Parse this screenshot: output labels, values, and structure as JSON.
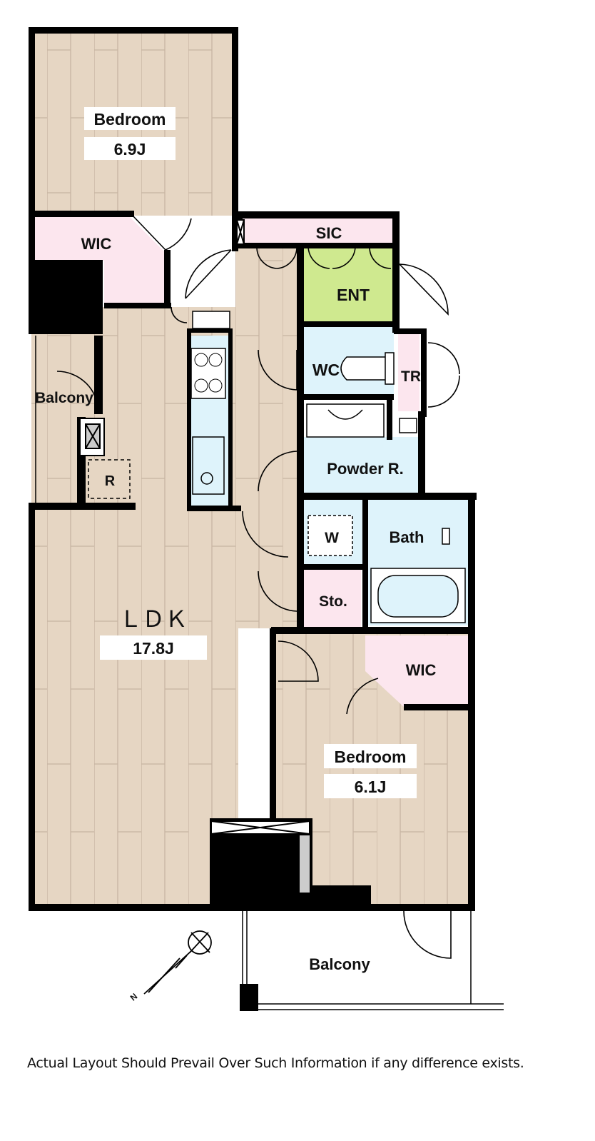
{
  "rooms": {
    "bedroom_north": {
      "label": "Bedroom",
      "size": "6.9J"
    },
    "wic_north": {
      "label": "WIC"
    },
    "sic": {
      "label": "SIC"
    },
    "entrance": {
      "label": "ENT"
    },
    "wc": {
      "label": "WC"
    },
    "tr": {
      "label": "TR"
    },
    "balcony_west": {
      "label": "Balcony"
    },
    "refrigerator": {
      "label": "R"
    },
    "powder_room": {
      "label": "Powder R."
    },
    "washer": {
      "label": "W"
    },
    "bath": {
      "label": "Bath"
    },
    "storage": {
      "label": "Sto."
    },
    "ldk": {
      "label": "ＬＤＫ",
      "size": "17.8J"
    },
    "wic_south": {
      "label": "WIC"
    },
    "bedroom_south": {
      "label": "Bedroom",
      "size": "6.1J"
    },
    "balcony_south": {
      "label": "Balcony"
    }
  },
  "compass": {
    "label": "N"
  },
  "disclaimer": "Actual Layout Should Prevail Over Such Information if any difference exists.",
  "colors": {
    "wood_floor": "#e6d6c3",
    "wall": "#000000",
    "closet_pink": "#fce6ee",
    "entrance_green": "#cfe98f",
    "wet_area_blue": "#def3fb"
  }
}
